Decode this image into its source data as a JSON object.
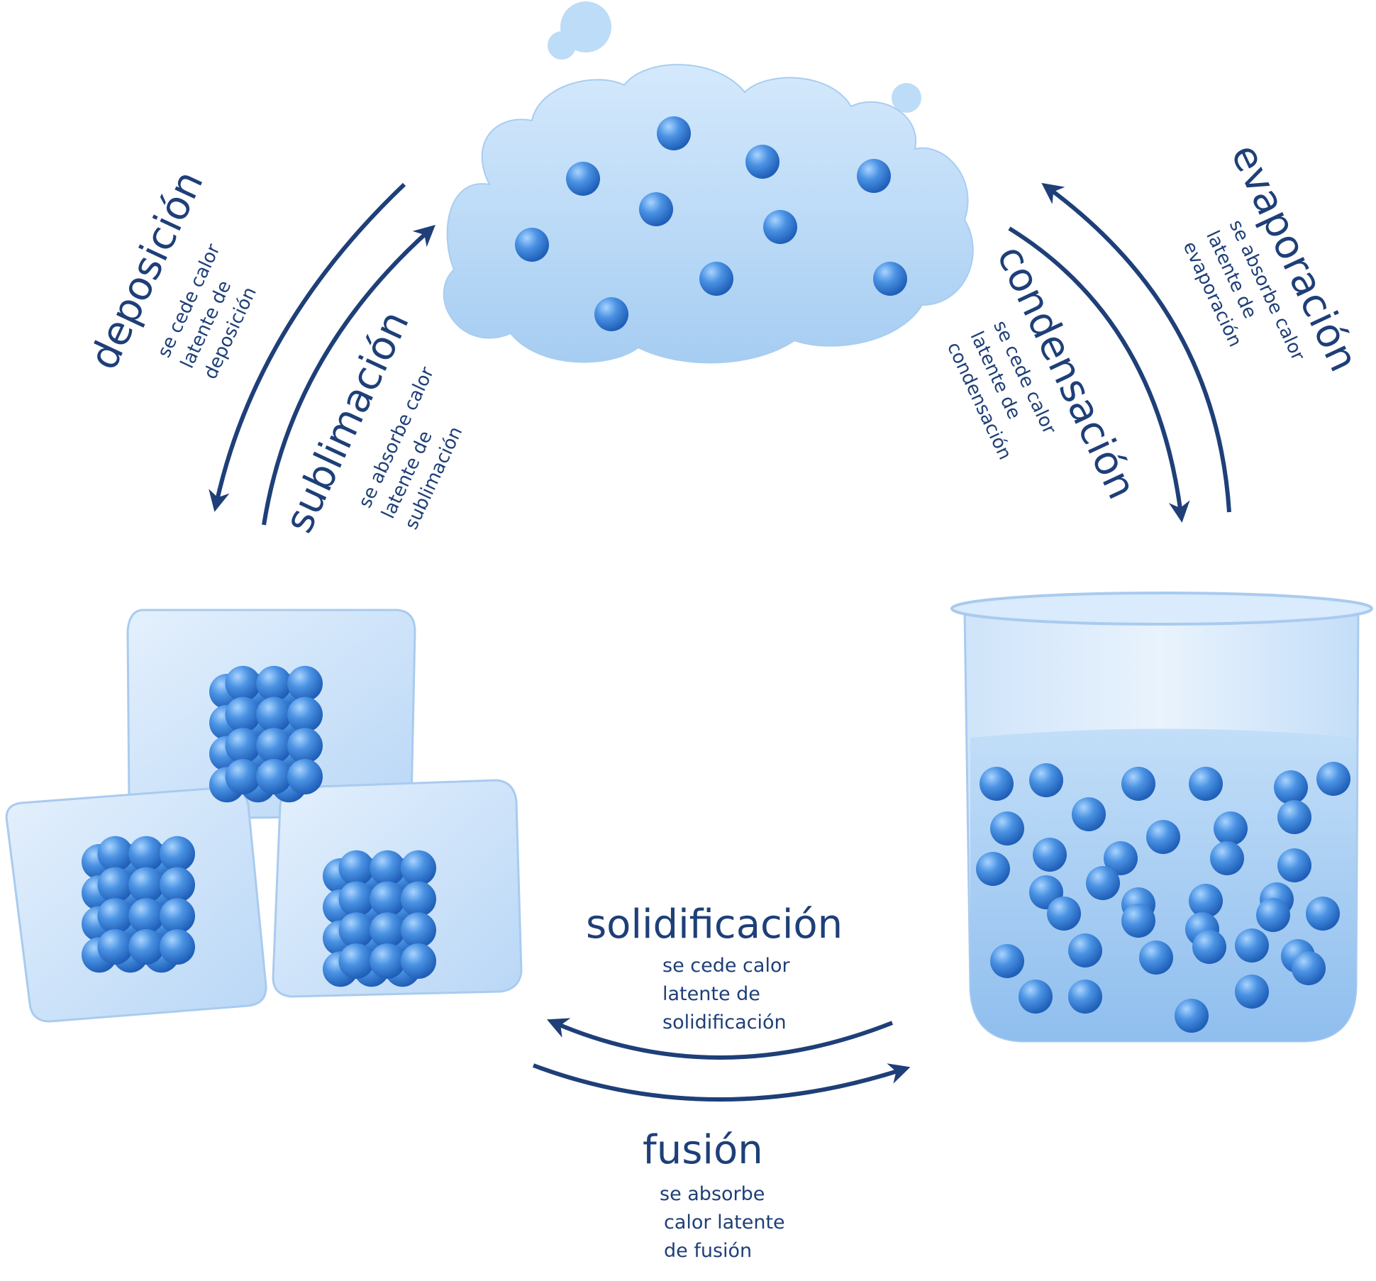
{
  "colors": {
    "text": "#1e3f78",
    "arrow": "#1e3f78",
    "molecule": "#3f86d9",
    "cloud": "#bcdcf7",
    "ice": "#cfe4fb",
    "water": "#a9d0f3"
  },
  "processes": {
    "deposicion": {
      "title": "deposición",
      "line1": "se cede calor",
      "line2": "latente de",
      "line3": "deposición"
    },
    "sublimacion": {
      "title": "sublimación",
      "line1": "se absorbe calor",
      "line2": "latente de",
      "line3": "sublimación"
    },
    "condensacion": {
      "title": "condensación",
      "line1": "se cede calor",
      "line2": "latente de",
      "line3": "condensación"
    },
    "evaporacion": {
      "title": "evaporación",
      "line1": "se absorbe calor",
      "line2": "latente de",
      "line3": "evaporación"
    },
    "solidificacion": {
      "title": "solidificación",
      "line1": "se cede calor",
      "line2": "latente de",
      "line3": "solidificación"
    },
    "fusion": {
      "title": "fusión",
      "line1": "se absorbe",
      "line2": "calor latente",
      "line3": "de fusión"
    }
  }
}
